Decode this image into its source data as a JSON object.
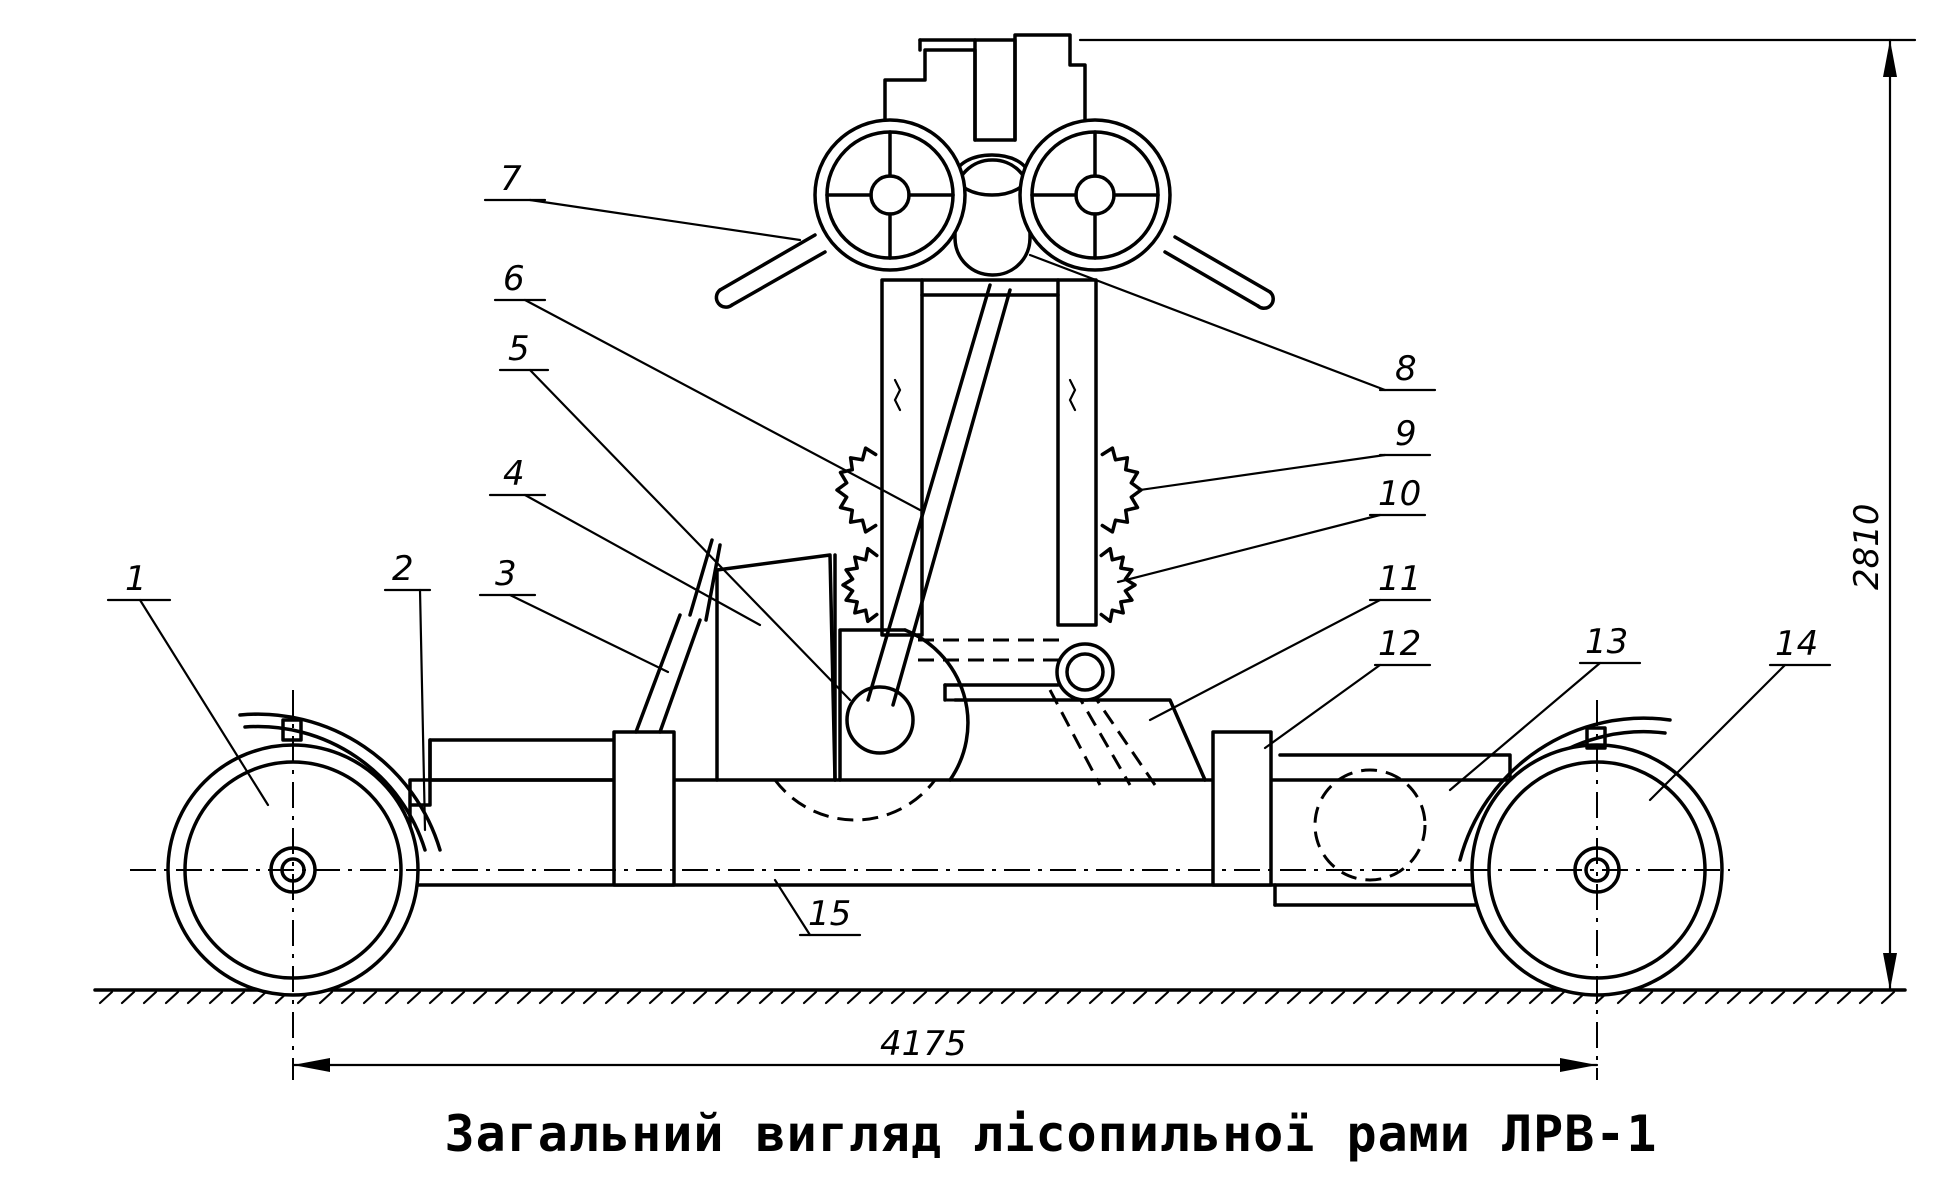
{
  "caption": "Загальний вигляд лісопильної рами ЛРВ-1",
  "dimensions": {
    "wheelbase": "4175",
    "height": "2810"
  },
  "callouts": [
    "1",
    "2",
    "3",
    "4",
    "5",
    "6",
    "7",
    "8",
    "9",
    "10",
    "11",
    "12",
    "13",
    "14",
    "15"
  ]
}
